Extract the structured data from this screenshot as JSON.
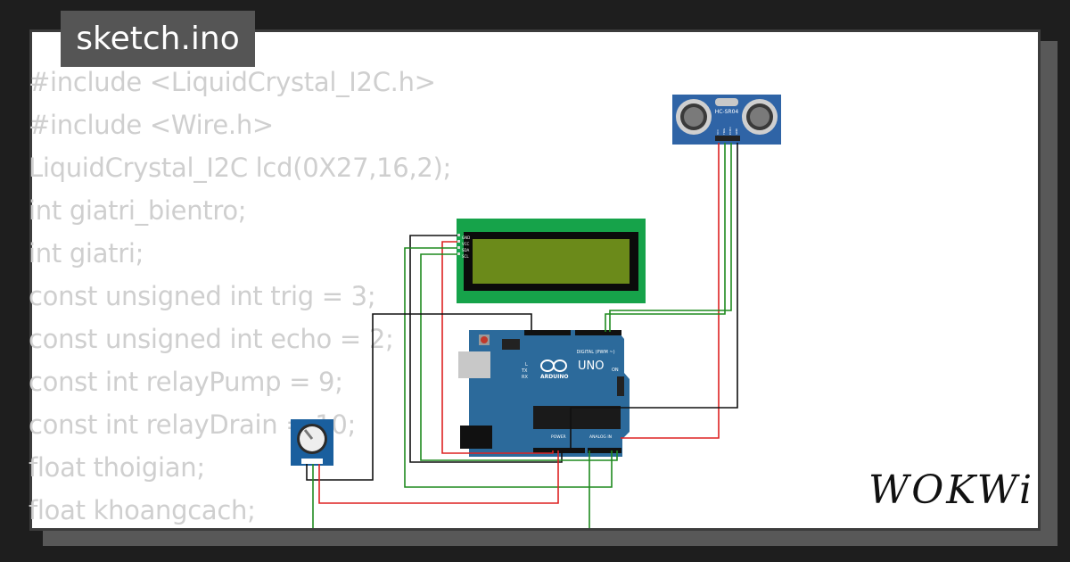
{
  "tab": {
    "label": "sketch.ino"
  },
  "code_lines": [
    "#include <LiquidCrystal_I2C.h>",
    "#include <Wire.h>",
    "LiquidCrystal_I2C lcd(0X27,16,2);",
    "int giatri_bientro;",
    "int giatri;",
    "const unsigned int trig = 3;",
    "const unsigned int echo = 2;",
    "const int relayPump = 9;",
    "const int relayDrain = 10;",
    "float thoigian;",
    "float khoangcach;"
  ],
  "components": {
    "ultrasonic": {
      "label": "HC-SR04",
      "pins": [
        "VCC",
        "TRIG",
        "ECHO",
        "GND"
      ]
    },
    "lcd": {
      "pins": [
        "GND",
        "VCC",
        "SDA",
        "SCL"
      ]
    },
    "arduino": {
      "model": "UNO",
      "brand": "ARDUINO",
      "digital_label": "DIGITAL (PWM ~)",
      "power_label": "POWER",
      "analog_label": "ANALOG IN",
      "tx_label": "TX",
      "rx_label": "RX",
      "on_label": "ON",
      "l_label": "L"
    }
  },
  "logo": {
    "text": "WOKWi"
  },
  "colors": {
    "background": "#1e1e1e",
    "card": "#ffffff",
    "tab": "#555555",
    "code_text": "#cfcfcf",
    "arduino_board": "#2c6a9b",
    "lcd_frame": "#16a34a",
    "lcd_screen": "#6c8a1a",
    "sensor_board": "#2f64a6",
    "pot_board": "#1a5f9e",
    "wire_red": "#dd2222",
    "wire_green": "#1f8a1f",
    "wire_black": "#111111"
  }
}
